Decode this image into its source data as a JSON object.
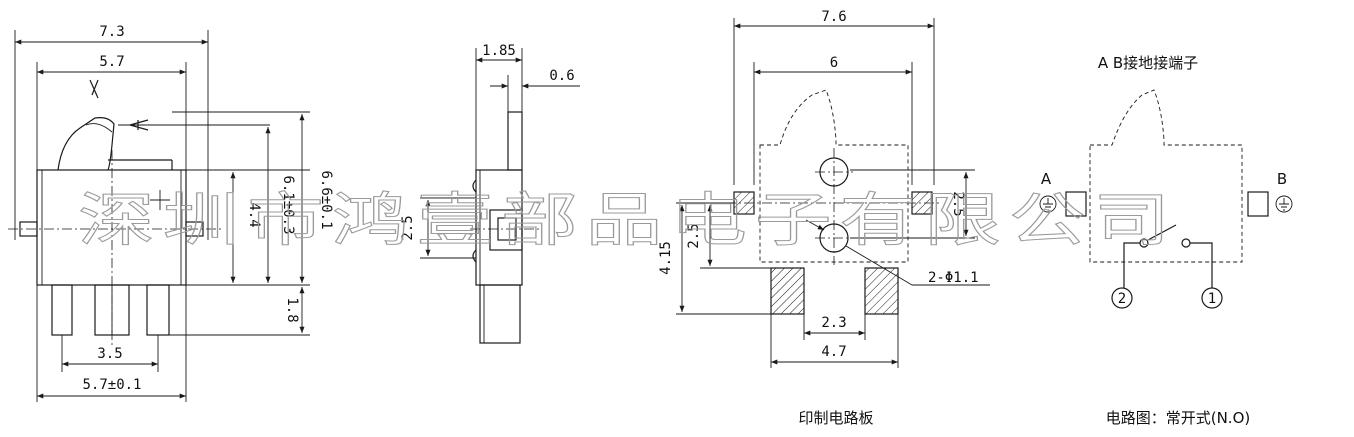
{
  "dimensions": {
    "front_width_total": "7.3",
    "front_width_body": "5.7",
    "front_height_body": "4.4",
    "front_height_mid": "6.1±0.3",
    "front_height_total": "6.6±0.1",
    "front_pin_length": "1.8",
    "front_pin_pitch": "3.5",
    "front_pin_width": "5.7±0.1",
    "side_width": "1.85",
    "side_tab": "0.6",
    "side_height": "2.5",
    "pcb_width_total": "7.6",
    "pcb_width_inner": "6",
    "pcb_pad_offset": "2.5",
    "pcb_hole_offset": "2.5",
    "pcb_height": "4.15",
    "pcb_hole_spec": "2-Φ1.1",
    "pcb_pad_gap": "2.3",
    "pcb_pad_span": "4.7"
  },
  "labels": {
    "ground_note": "A B接地接端子",
    "terminal_a": "A",
    "terminal_b": "B",
    "pin_2": "2",
    "pin_1": "1",
    "pcb_caption": "印制电路板",
    "circuit_caption": "电路图：常开式(N.O)"
  },
  "watermark": "深圳市鸿壹部品电子有限公司",
  "colors": {
    "line": "#1a1a1a",
    "watermark": "#9a9a9a",
    "background": "#ffffff"
  }
}
